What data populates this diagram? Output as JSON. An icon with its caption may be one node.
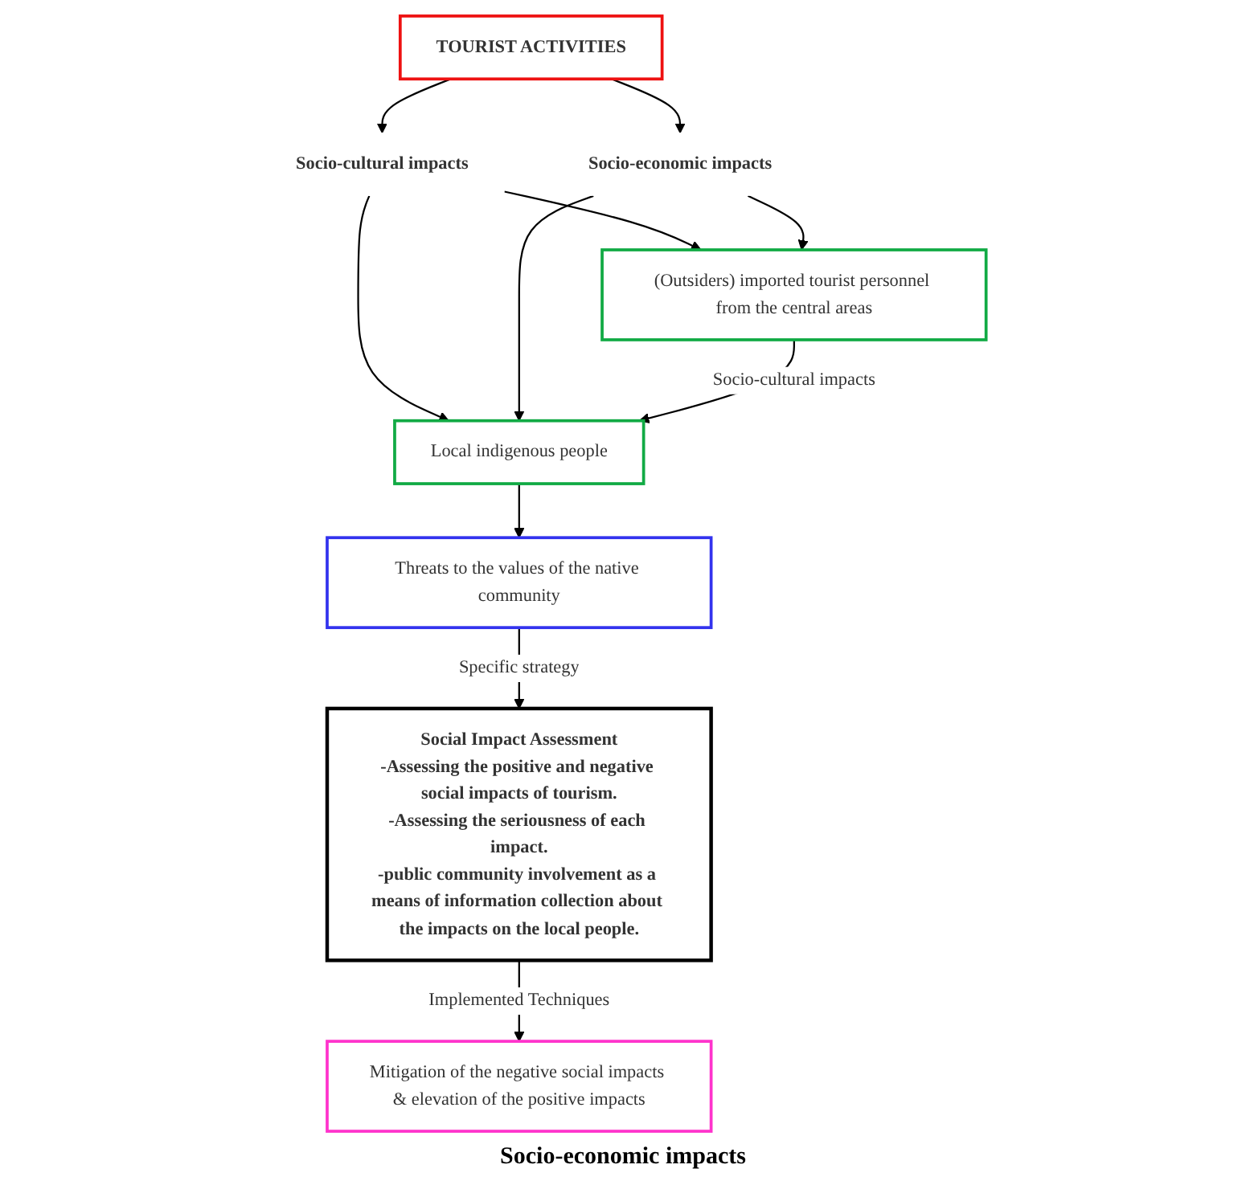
{
  "diagram": {
    "nodes": [
      {
        "text": [
          "TOURIST ACTIVITIES"
        ]
      },
      {
        "text": [
          "Socio-cultural impacts"
        ]
      },
      {
        "text": [
          "Socio-economic impacts"
        ]
      },
      {
        "text": [
          "Local indigenous people"
        ]
      },
      {
        "text": [
          "(Outsiders) imported tourist personnel from the central areas"
        ]
      },
      {
        "text": [
          "Threats to the values of the native community"
        ]
      },
      {
        "text": [
          "Social Impact Assessment",
          "-Assessing the positive and negative social impacts of tourism.",
          "-Assessing the seriousness of each impact.",
          "-public community involvement as a means of information collection about the impacts on the local people."
        ]
      },
      {
        "text": [
          "Mitigation of the negative social impacts & elevation of the positive impacts"
        ]
      }
    ],
    "edges": [
      {
        "from": 0,
        "to": 1,
        "arrow": "to"
      },
      {
        "from": 0,
        "to": 2,
        "arrow": "to"
      },
      {
        "from": 1,
        "to": 3,
        "arrow": "to"
      },
      {
        "from": 1,
        "to": 4,
        "arrow": "to"
      },
      {
        "from": 2,
        "to": 3,
        "arrow": "to"
      },
      {
        "from": 2,
        "to": 4,
        "arrow": "to"
      },
      {
        "from": 4,
        "to": 3,
        "label": "Socio-cultural impacts",
        "arrow": "to"
      },
      {
        "from": 3,
        "to": 5,
        "arrow": "to"
      },
      {
        "from": 5,
        "to": 6,
        "label": "Specific strategy",
        "arrow": "to"
      },
      {
        "from": 6,
        "to": 7,
        "label": "Implemented Techniques",
        "arrow": "to"
      }
    ],
    "labels": [
      "Socio-economic impacts"
    ]
  }
}
